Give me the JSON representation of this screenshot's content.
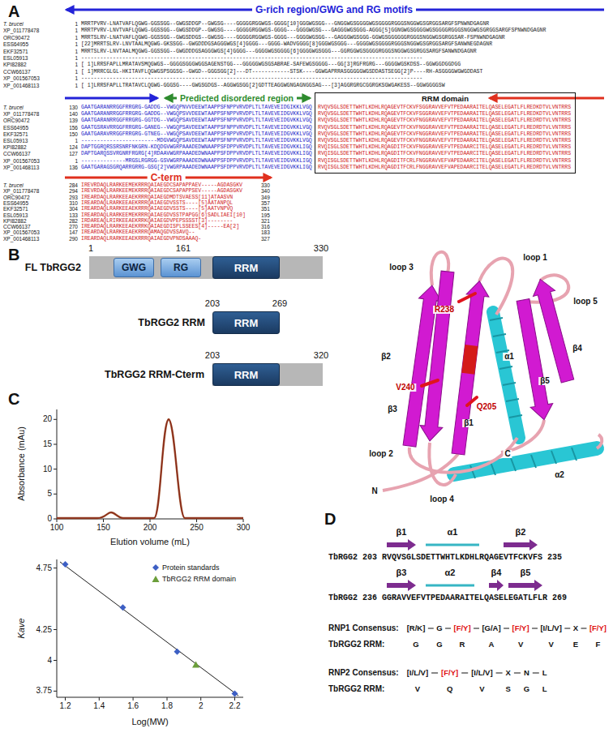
{
  "diagram": {
    "nodes": [
      {
        "text": [
          "RRM domain"
        ]
      },
      {
        "text": [
          "FL TbRGG2"
        ]
      },
      {
        "text": [
          "GWG"
        ],
        "in": 1
      },
      {
        "text": [
          "RG"
        ],
        "in": 1
      },
      {
        "text": [
          "RRM"
        ],
        "in": 1
      },
      {
        "text": [
          "TbRGG2 RRM",
          "RRM"
        ]
      },
      {
        "text": [
          "TbRGG2 RRM-Cterm"
        ]
      },
      {
        "text": [
          "RRM"
        ],
        "in": 6
      }
    ],
    "labels": [
      "A",
      "G-rich region/GWG and RG motifs",
      "T. brucei",
      "1",
      "MRRTPVRV-LNATVAFLQGWG-GGSSGG--GWGSDDGP--GWGSG----GGGGGRGGWGS-GGGG[10]GGGWGSGG---GNGGWGSGGGGWGSGGGGRGGGSNGGWGSGRGGSARGFSPNWNDGAGNR",
      "XP_011778478",
      "1",
      "MRRTPVRV-LNVTVAFLQGWG-GGSSGG--GWGSDDGP--GWGSG----GGGGGRGGWGS-GGGG---GGGGWGSG---GAGGGWGSGGG-AGGG[5]GGNGWGSGGGGWGSGGGGRGGGSNGGWGSGRGGSARGFSPNWNDGAGNR",
      "ORC90472",
      "1",
      "MRRTSLRV-LNATVAFLQGWG-GGSSGG--GWGSDDGS--GWGSG----GGGGGRGGWGS-GGGG---GGGGWGSGG---GAGGGWGSGGG-GGWGSGGGGGGRGGGSNGGWGSGRGGSAR-FSPNWNDGAGNR",
      "ESS64955",
      "1",
      "[22]MRRTSLRV-LNVTAALMQGWG-GKSSGG--GWGDDDGSAGGGWGS[4]GGGG---GGGG-WADVGGGG[8]GGGWGSGGG---GGGGWGSGGGGRGGGSNGGWGSGRGGSARGFSANWNEGDAGNR",
      "EKF32571",
      "1",
      "MRRTSLRV-LNVTAALMQGWG-GGSSGG--GWGDDDGSAGGGWGS[4]GGGG---GGGGWGSGGGG[6]GGGGWGSGGG---GGRGGWGSGGGGRGGGSNGGWGSGRGGSARGFSANWNDGAGNR",
      "ESL05913",
      "1",
      "------------------------------------------------------------------------------------------------------------",
      "KPI82882",
      "1",
      "[ 1]LRRSFAPLLMRATAVSMQGWGS--GGGGSGGGWGGSAGENSTGG---GGGGGWGSGSABRAE-SAFEWGSGGGG---GG[3]RGFRGRG---GGGGWGSKDSS--GGWGGDGGDGG",
      "CCW66137",
      "1",
      "[ 1]MRRCGLGL-HKITAVFLQGWGSPSGGSG--GWGD--GGGSGG[2]---DT------------STSK----GGWGAPRRASGGGGGWGSDDASTSEGG[2]P----RH-ASGGGGWGWGDDAST",
      "XP_001567053",
      "1",
      "------------------------------------------------------------------------------------------------------------",
      "XP_001468113",
      "1",
      "[ 1]LRRSFAPLLTRATAVCLQGWG-GGGSG----GWGSGDGS--AGGWGSGG[2]GDTTEAGGWGNGAGNGGSAG---[3]AGGRGRGCGGRGKSGWGAKESS--GGWGGGGSW",
      "Predicted disordered region",
      "T. brucei",
      "130",
      "GAATGARANRRGGFRRGRG-GADDG--VWGQPNVVDEEWTAAPPSFNPPVRVDPLTLTAVEVEIDGIKKLVGQ",
      "RVQVSGLSDETTWHTLKDHLRQAGEVTFCKVFSGGRAVVEFVTPEDAARAITELQASELEGATLFLREDKDTVLVNTRRS",
      "XP_011778478",
      "140",
      "GAATGARANRRGGFRRGRG-GADDG--VWGQPSVVDEEWTAAPPSFNPPVRVDPLTLTAVEVEIDGVKKLVGQ",
      "RVQVSGLSDETTWHTLKDHLRQAGEVTFCKVFSGGRAVVEFVTPEDAARAITELQASELEGATLFLREDKDTVLVNTRRS",
      "ORC90472",
      "139",
      "GAATGARANRRGGFRRGRG-GGTDG--VWGQPSAVDEEWTAAPPSFNPPVRVDPLTLTAVEVEIDGVKKLVGQ",
      "RVQVSGLSDETTWHTLKDHLRQAGEVTFCKVFNGGRAVVEFVTPEDAARAITELQASELEGATLFLREDRDTVLVNTRRS",
      "ESS64955",
      "156",
      "GAATGSRAVRRGGFRRGRG-GANEG--VWGQPSAVDEEWTAAPPSFNPPVRVDPLTLTAVEVEIDGVKKLVGQ",
      "RVQVSGLSDETTWHTLKDHLRQAGEVTFCKVFNGGRAVVEFVTPEDAARAITELQASELEGATLFLREDRDTVLVNTRRS",
      "EKF32571",
      "150",
      "GAATGARAVRRGGFRRGRG-GTNEG--VWGQPSAVDEEWTAAPPSFNPPVRVDPLTLTAVEVEIDGVKKLVGQ",
      "RVQVSGLSDETTWHTLKDHLRQAGEVTFCKVFNGGRAVVEFVTPEDAARAITELQASELEGATLFLREDRDTVLVNTRRS",
      "ESL05913",
      "1",
      "------------------------MDGVWGQPSAVDEEWTAAPPSFNPPVRVDPLTLTAVEVEIDGVKKLVGQ",
      "RVQVSGLSDETTWHTLKDHLRQAGEVTFCKVFNGGRAVVEFVTPEDAARAITELQASELEGATLFLREDRDTVLVNTRRS",
      "KPI82882",
      "124",
      "DAPTGGRQRSSRSNRFNKGRN-KDQDGVWGRPAAADEDWNAAPPSFDPPVRVDPLTLTAVEVEIDGVKKLIGQ",
      "RVQISGLSDETTWHTLKDHLRQAGDITFCKVFNGGRAVVEFVTPEDAARCITELQASELEGATLFLREDRDTVLVNTRRS",
      "CCW66137",
      "127",
      "DAPTGARQSSVRGNRFRGRG[4]RDAAVWGRPAAADEDWNAAPPSFDPPVRVDPLTLTAVEVEIDGVKKLIGQ",
      "RVQISGLSDETTWHTLKDHLRQAGDITFCKVFNGGRAVVEFVTPEDAARCITELQASELEGATLFLREDRDTVLVNTRRS",
      "XP_001567053",
      "1",
      "--------------MRGSLRGRGG-GSVWGRPAAADEDWNAAPPSFDPPVRVDPLTLTAVEVEIDGVKKLIGQ",
      "RVQISGLSDETTWHTLKDHLRQAGDITFCRLFNGGRAVVEFVAPEDAARCITELQASELEGATLFLREDRDTVLVNTRRS",
      "XP_001468113",
      "136",
      "GAATGARAGSGRQARRGRRG-GSG[2]VWGRPAAADEDWNAAPPSFDPPVRVDPLTLTAVEVEIDGVKKLIGQ",
      "RVQISGLSDETTWHTLKDHLRQAGDITFCRLFNGGRAVVEFVAPEDAARCITELQASELEGATLFLREDRDTVLVNTRRS",
      "C-term",
      "T. brucei",
      "284",
      "IREVRDAQLRARKEEMEKRRRQAIAEGDCSAPAPPAEV-----AGDASGKV",
      "330",
      "XP_011778478",
      "294",
      "IREVRDAQLRARKEEMEKRRRQAIAEGDCSAPAPPSEV-----AGDASGKV",
      "340",
      "ORC90472",
      "293",
      "IREARDAQLRARKEEAEKRRRQAIAEGDMDTSVAESS[11]ATAASVN",
      "349",
      "ESS64955",
      "310",
      "IREARDAQLRARKEEAEKRRRQAIAEGDVSSTS----[5]AATANPQL",
      "357",
      "EKF32571",
      "304",
      "IREARDAQLRARKEEAEKRRRQAIAEGDVSSTS----[5]AATVNPVQ",
      "351",
      "ESL05913",
      "133",
      "IREARDAQLRARKEEMEKRRRQAIAEGDVSSTPAPGG[6]SADLIAEI[10]",
      "195",
      "KPI82882",
      "282",
      "IRDAREAQLRIRKEEAEKRRKQAIAEGDVPEPSSSST[3]--------",
      "321",
      "CCW66137",
      "270",
      "IREARDAQLRARKEEAEKRRKQAIAEGDISPLSSEES[4]-----EA[2]",
      "316",
      "XP_001567053",
      "147",
      "IREARDAQLRARKEEAEKRRRQAMAQGDVSSAVQ--",
      "183",
      "XP_001468113",
      "290",
      "IREARDAQLRARKEEAEKRRRQAIAEGDVPNDSAAAQ-",
      "327",
      "B",
      "1",
      "161",
      "330",
      "203",
      "269",
      "203",
      "320",
      "loop 3",
      "loop 1",
      "loop 5",
      "R238",
      "V240",
      "Q205",
      "α1",
      "β2",
      "β3",
      "β1",
      "β4",
      "β5",
      "C",
      "loop 2",
      "α2",
      "N",
      "loop 4",
      "C",
      "Absorbance (mAu)",
      "0",
      "5",
      "10",
      "15",
      "20",
      "100",
      "150",
      "200",
      "250",
      "300",
      "Elution volume (mL)",
      "Kave",
      "4.75",
      "4.25",
      "4",
      "3.75",
      "1.2",
      "1.4",
      "1.6",
      "1.8",
      "2",
      "2.2",
      "Log(MW)",
      "D",
      "β1",
      "α1",
      "β2",
      "TbRGG2 203 RVQVSGLSDETTWHTLKDHLRQAGEVTFCKVFS 235",
      "β3",
      "α2",
      "β4",
      "β5",
      "TbRGG2 236 GGRAVVEFVTPEDAARAITELQASELEGATLFLR 269",
      "RNP1 Consensus:",
      "[R/K]",
      "G",
      "[F/Y]",
      "[G/A]",
      "[F/Y]",
      "[I/L/V]",
      "X",
      "[F/Y]",
      "TbRGG2 RRM:",
      "G",
      "G",
      "R",
      "A",
      "V",
      "V",
      "E",
      "F",
      "RNP2 Consensus:",
      "[I/L/V]",
      "[F/Y]",
      "[I/L/V]",
      "X",
      "N",
      "L",
      "TbRGG2 RRM:",
      "V",
      "Q",
      "V",
      "S",
      "G",
      "L"
    ],
    "legend": [
      {
        "text": "Protein standards"
      },
      {
        "text": "TbRGG2 RRM domain"
      }
    ]
  }
}
